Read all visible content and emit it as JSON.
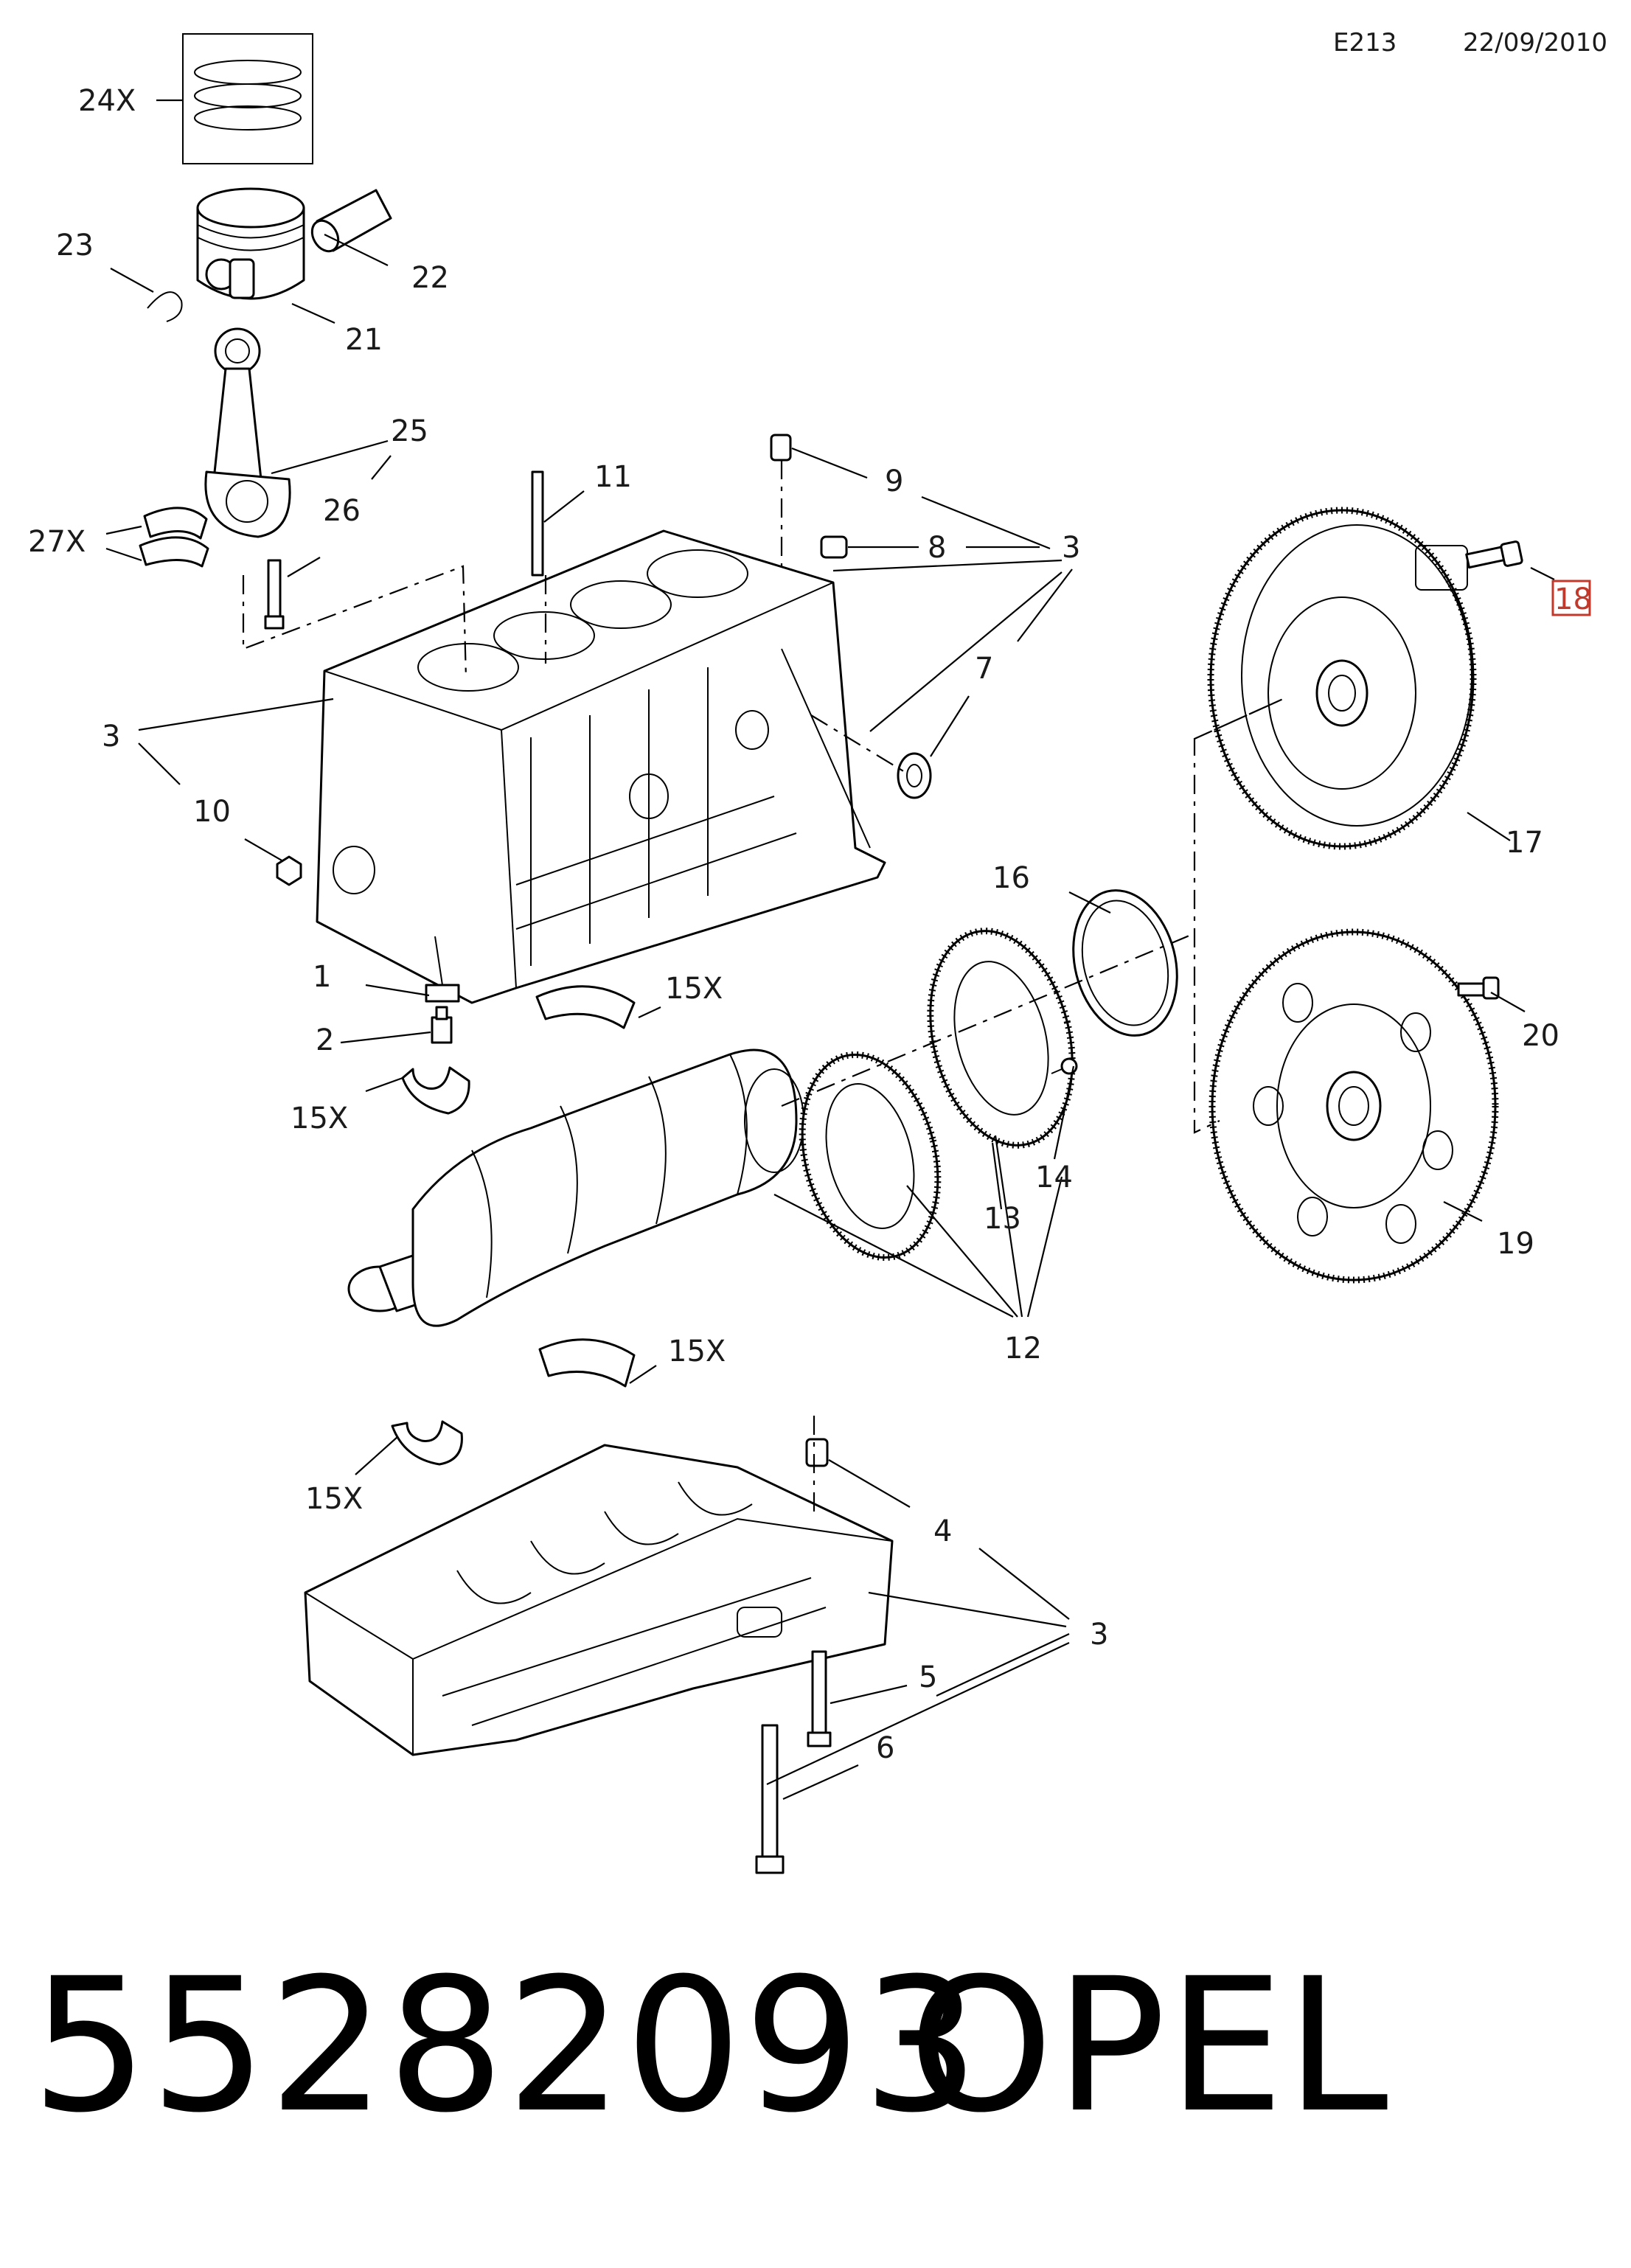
{
  "header": {
    "code": "E213",
    "date": "22/09/2010"
  },
  "footer": {
    "part_number": "55282093",
    "brand": "OPEL"
  },
  "callouts": {
    "c24x": "24X",
    "c23": "23",
    "c22": "22",
    "c21": "21",
    "c25": "25",
    "c11": "11",
    "c9": "9",
    "c27x": "27X",
    "c26": "26",
    "c8": "8",
    "c3a": "3",
    "c18": "18",
    "c7": "7",
    "c3b": "3",
    "c10": "10",
    "c17": "17",
    "c16": "16",
    "c1": "1",
    "c15xa": "15X",
    "c2": "2",
    "c20": "20",
    "c15xb": "15X",
    "c14": "14",
    "c13": "13",
    "c19": "19",
    "c12": "12",
    "c15xc": "15X",
    "c15xd": "15X",
    "c4": "4",
    "c3c": "3",
    "c5": "5",
    "c6": "6"
  },
  "highlight_color": "#c0392b"
}
